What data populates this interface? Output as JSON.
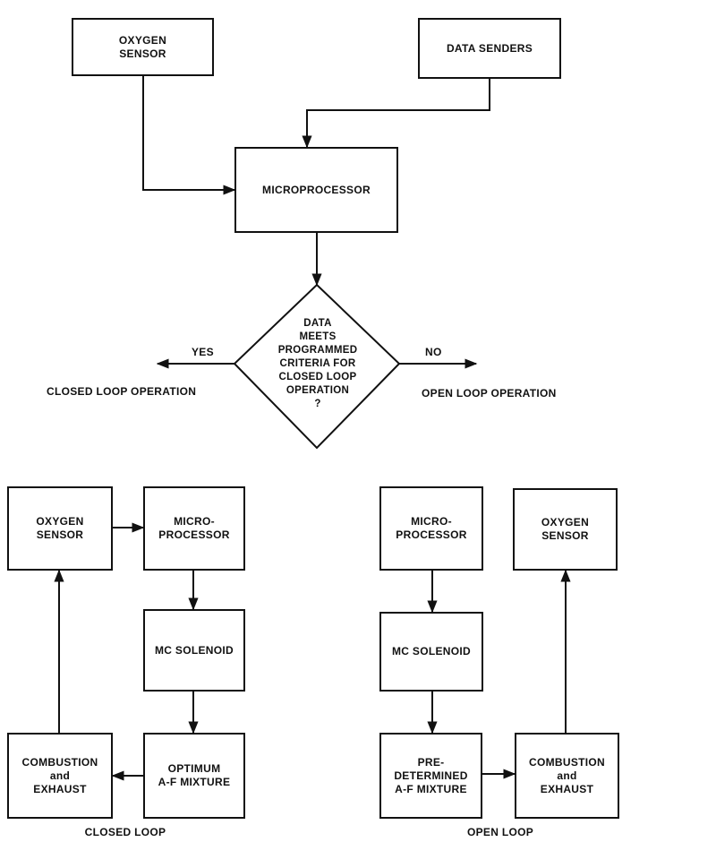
{
  "top": {
    "oxygen_sensor": "OXYGEN\nSENSOR",
    "data_senders": "DATA SENDERS",
    "microprocessor": "MICROPROCESSOR",
    "decision": "DATA\nMEETS\nPROGRAMMED\nCRITERIA FOR\nCLOSED LOOP\nOPERATION\n?",
    "yes": "YES",
    "no": "NO",
    "closed_loop_operation": "CLOSED LOOP OPERATION",
    "open_loop_operation": "OPEN LOOP OPERATION"
  },
  "closed_loop": {
    "oxygen_sensor": "OXYGEN\nSENSOR",
    "microprocessor": "MICRO-\nPROCESSOR",
    "mc_solenoid": "MC SOLENOID",
    "optimum_mixture": "OPTIMUM\nA-F MIXTURE",
    "combustion": "COMBUSTION\nand\nEXHAUST",
    "caption": "CLOSED LOOP"
  },
  "open_loop": {
    "microprocessor": "MICRO-\nPROCESSOR",
    "oxygen_sensor": "OXYGEN\nSENSOR",
    "mc_solenoid": "MC SOLENOID",
    "predetermined_mixture": "PRE-\nDETERMINED\nA-F MIXTURE",
    "combustion": "COMBUSTION\nand\nEXHAUST",
    "caption": "OPEN LOOP"
  }
}
